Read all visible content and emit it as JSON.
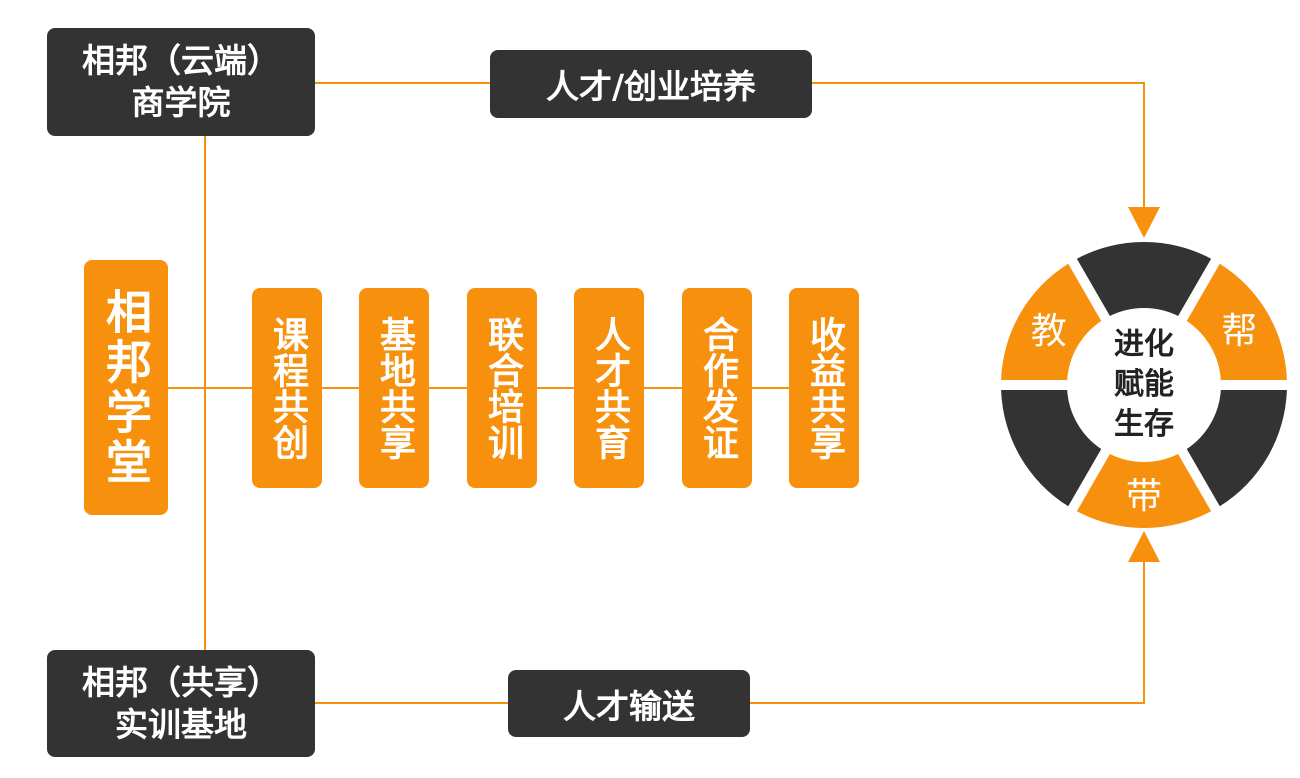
{
  "top_box": {
    "line1": "相邦（云端）",
    "line2": "商学院"
  },
  "top_label": "人才/创业培养",
  "left_box": "相邦学堂",
  "items": [
    "课程共创",
    "基地共享",
    "联合培训",
    "人才共育",
    "合作发证",
    "收益共享"
  ],
  "bottom_box": {
    "line1": "相邦（共享）",
    "line2": "实训基地"
  },
  "bottom_label": "人才输送",
  "ring": {
    "segments": [
      {
        "label": "帮",
        "color": "#f7900c"
      },
      {
        "label": "",
        "color": "#333333"
      },
      {
        "label": "教",
        "color": "#f7900c"
      },
      {
        "label": "",
        "color": "#333333"
      },
      {
        "label": "带",
        "color": "#f7900c"
      },
      {
        "label": "",
        "color": "#333333"
      }
    ],
    "center": [
      "进化",
      "赋能",
      "生存"
    ]
  },
  "colors": {
    "accent": "#f7900c",
    "dark": "#333333"
  }
}
